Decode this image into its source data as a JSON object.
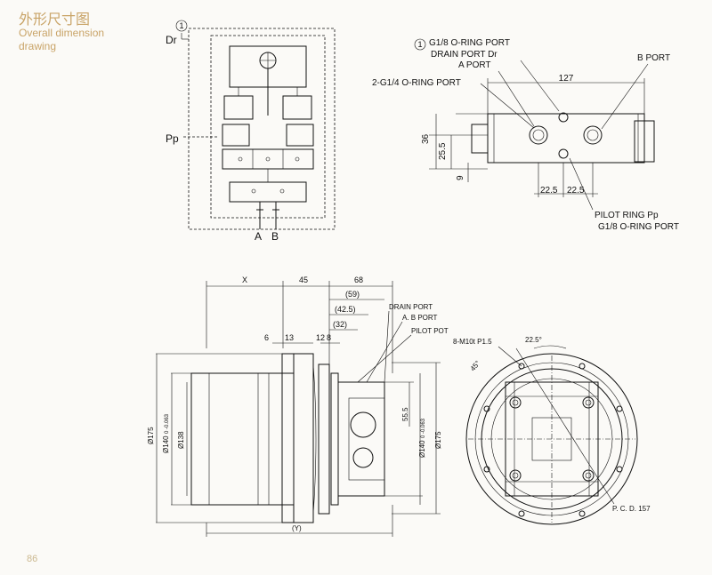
{
  "header": {
    "title_cn": "外形尺寸图",
    "title_en": "Overall dimension drawing"
  },
  "page_number": "86",
  "hydraulic_schematic": {
    "ports": {
      "drain": "Dr",
      "pilot": "Pp",
      "a": "A",
      "b": "B"
    },
    "callout_number": "1"
  },
  "port_view": {
    "callout_number": "1",
    "labels": {
      "drain_port_spec": "G1/8 O-RING PORT",
      "drain_port": "DRAIN PORT Dr",
      "a_port": "A PORT",
      "ab_port_spec": "2-G1/4 O-RING PORT",
      "b_port": "B PORT",
      "pilot_ring": "PILOT RING Pp",
      "pilot_spec": "G1/8 O-RING PORT"
    },
    "dims": {
      "length": "127",
      "h36": "36",
      "h25_5": "25.5",
      "h9": "9",
      "w22_5a": "22.5",
      "w22_5b": "22.5"
    }
  },
  "side_view": {
    "top_dims": {
      "x": "X",
      "d45": "45",
      "d68": "68",
      "d59": "(59)",
      "d42_5": "(42.5)",
      "d32": "(32)",
      "d6": "6",
      "d13": "13",
      "d12": "12",
      "d8": "8"
    },
    "labels": {
      "drain_port": "DRAIN PORT",
      "ab_port": "A. B PORT",
      "pilot_port": "PILOT POT"
    },
    "diameters": {
      "d175_left": "Ø175",
      "d140_left": "Ø140",
      "d140_left_tol": "0 -0.063",
      "d138": "Ø138",
      "d140_right": "Ø140",
      "d140_right_tol": "0 -0.063",
      "d175_right": "Ø175",
      "d55_5": "55.5"
    },
    "bottom_dim": "(Y)"
  },
  "end_view": {
    "bolts": "8-M10t P1.5",
    "angle_22_5": "22.5°",
    "angle_45": "45°",
    "pcd": "P. C. D. 157"
  }
}
